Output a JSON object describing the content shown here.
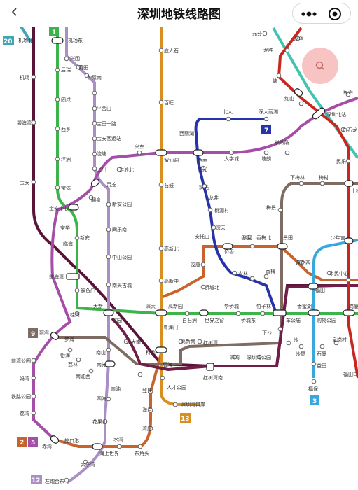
{
  "header": {
    "title": "深圳地铁线路图"
  },
  "colors": {
    "l1": "#3cb44a",
    "l2": "#c8642b",
    "l3": "#3aa7dc",
    "l4": "#c6281f",
    "l5": "#a44ea8",
    "l7": "#2733a8",
    "l9": "#7e6b61",
    "l10": "#5a1439",
    "l11": "#6e1e47",
    "l12": "#a98fc4",
    "l13": "#d98f1f",
    "l14": "#42c4b0",
    "search": "#f7b9b9"
  },
  "lines": [
    {
      "num": "20",
      "color": "#42a5b3"
    },
    {
      "num": "1",
      "color": "#3cb44a"
    },
    {
      "num": "7",
      "color": "#2733a8"
    },
    {
      "num": "9",
      "color": "#7e6b61"
    },
    {
      "num": "13",
      "color": "#d98f1f"
    },
    {
      "num": "3",
      "color": "#3aa7dc"
    },
    {
      "num": "2",
      "color": "#c8642b"
    },
    {
      "num": "5",
      "color": "#a44ea8"
    },
    {
      "num": "12",
      "color": "#a98fc4"
    }
  ],
  "stations": [
    "机场北",
    "机场东",
    "机场",
    "兴围",
    "后瑞",
    "黄田",
    "钟屋南",
    "固戍",
    "西乡",
    "平峦山",
    "宝田一路",
    "宝安客运站",
    "坪洲",
    "流塘",
    "碧海湾",
    "宝安",
    "宝体",
    "上川",
    "洪浪北",
    "兴东",
    "灵芝",
    "翻身",
    "宝安中心",
    "新安公园",
    "宝华",
    "新安",
    "同乐南",
    "临海",
    "中山公园",
    "前海湾",
    "南头古城",
    "鲤鱼门",
    "桂湾",
    "大新",
    "桃园",
    "前湾",
    "梦海",
    "前湾公园",
    "怡海",
    "荔林",
    "南油西",
    "南油",
    "南山",
    "南光",
    "四海",
    "妈湾",
    "铁路公园",
    "荔湾",
    "花果山",
    "赤湾",
    "蛇口港",
    "水湾",
    "海上世界",
    "东角头",
    "太子湾",
    "左炮台东",
    "应人石",
    "百旺",
    "留仙洞",
    "石鼓",
    "高新北",
    "高新中",
    "深大",
    "高新园",
    "粤海门",
    "科苑",
    "深大南",
    "后海",
    "登良",
    "人才公园",
    "深圳湾口岸",
    "海月",
    "湾厦",
    "白石洲",
    "世界之窗",
    "红树湾",
    "深湾",
    "华侨城",
    "侨城东",
    "深圳湾公园",
    "红树湾南",
    "高新南",
    "西丽湖",
    "西丽",
    "北大",
    "深大丽湖",
    "大学城",
    "塘朗",
    "茶光",
    "珠光",
    "龙井",
    "桃源村",
    "深云",
    "安托山",
    "香蜜",
    "农林",
    "香梅",
    "香梅北",
    "侨香",
    "景田",
    "沙河",
    "深康",
    "侨城北",
    "竹子林",
    "下沙",
    "车公庙",
    "香蜜湖",
    "福田",
    "购物公园",
    "皇岗村",
    "沙尾",
    "石厦",
    "益田",
    "福保",
    "上沙",
    "莲花西",
    "市民中心",
    "少年宫",
    "梅景",
    "下梅林",
    "梅村",
    "上梅林",
    "长岭陂",
    "深圳北站",
    "民治",
    "民乐",
    "白石龙",
    "龙华",
    "元芬",
    "龙胜",
    "上塘",
    "红山",
    "福田口岸",
    "岗厦北"
  ]
}
